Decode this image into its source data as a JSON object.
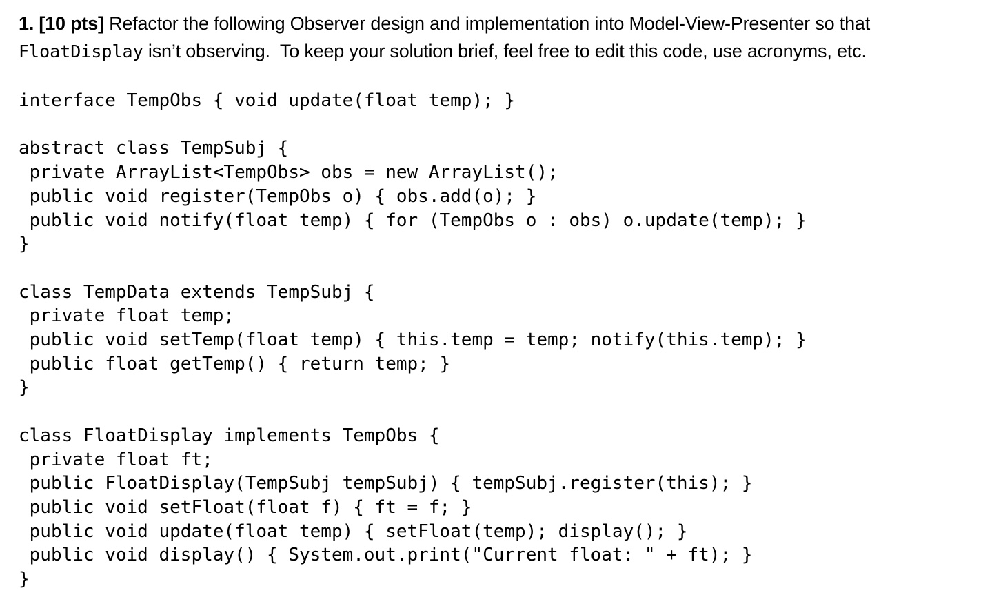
{
  "question": {
    "line1_bold": "1. [10 pts]",
    "line1_text": " Refactor the following Observer design and implementation into Model-View-Presenter so that",
    "line2_code": "FloatDisplay",
    "line2_text": " isn’t observing.  To keep your solution brief, feel free to edit this code, use acronyms, etc."
  },
  "code": {
    "content": "interface TempObs { void update(float temp); }\n\nabstract class TempSubj {\n private ArrayList<TempObs> obs = new ArrayList();\n public void register(TempObs o) { obs.add(o); }\n public void notify(float temp) { for (TempObs o : obs) o.update(temp); }\n}\n\nclass TempData extends TempSubj {\n private float temp;\n public void setTemp(float temp) { this.temp = temp; notify(this.temp); }\n public float getTemp() { return temp; }\n}\n\nclass FloatDisplay implements TempObs {\n private float ft;\n public FloatDisplay(TempSubj tempSubj) { tempSubj.register(this); }\n public void setFloat(float f) { ft = f; }\n public void update(float temp) { setFloat(temp); display(); }\n public void display() { System.out.print(\"Current float: \" + ft); }\n}"
  },
  "colors": {
    "text": "#000000",
    "background": "#ffffff"
  }
}
